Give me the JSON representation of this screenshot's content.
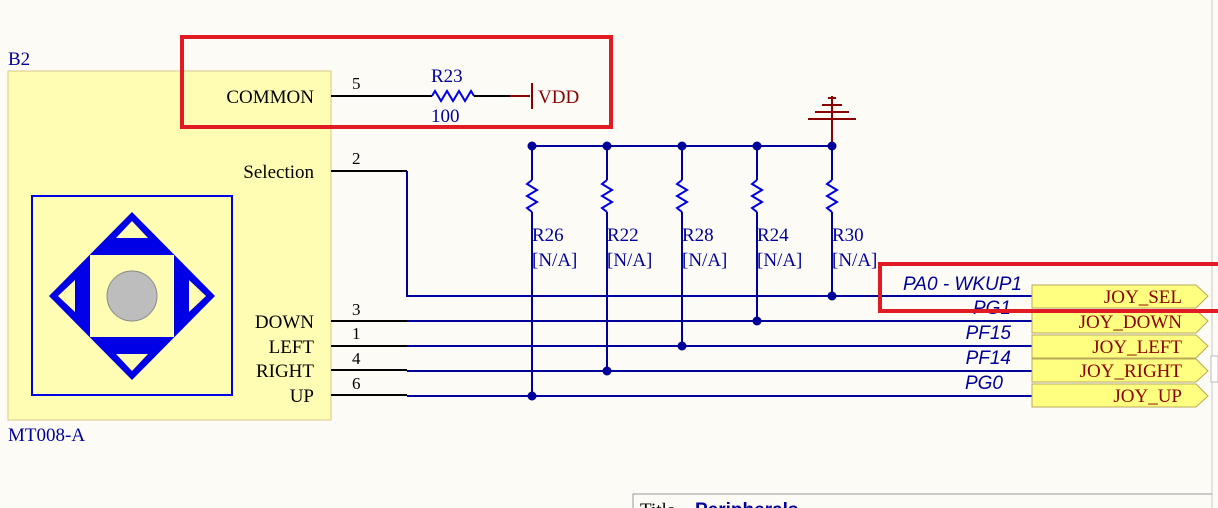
{
  "component": {
    "designator": "B2",
    "part_number": "MT008-A",
    "pins": {
      "common": {
        "name": "COMMON",
        "number": "5"
      },
      "selection": {
        "name": "Selection",
        "number": "2"
      },
      "down": {
        "name": "DOWN",
        "number": "3"
      },
      "left": {
        "name": "LEFT",
        "number": "1"
      },
      "right": {
        "name": "RIGHT",
        "number": "4"
      },
      "up": {
        "name": "UP",
        "number": "6"
      }
    }
  },
  "r23": {
    "designator": "R23",
    "value": "100"
  },
  "power": {
    "vdd": "VDD"
  },
  "pulldown_resistors": [
    {
      "designator": "R26",
      "value": "[N/A]"
    },
    {
      "designator": "R22",
      "value": "[N/A]"
    },
    {
      "designator": "R28",
      "value": "[N/A]"
    },
    {
      "designator": "R24",
      "value": "[N/A]"
    },
    {
      "designator": "R30",
      "value": "[N/A]"
    }
  ],
  "mcu_nets": {
    "sel": "PA0 - WKUP1",
    "down": "PG1",
    "left": "PF15",
    "right": "PF14",
    "up": "PG0"
  },
  "ports": {
    "sel": "JOY_SEL",
    "down": "JOY_DOWN",
    "left": "JOY_LEFT",
    "right": "JOY_RIGHT",
    "up": "JOY_UP"
  },
  "title_block": {
    "title_label": "Title",
    "title_value": "Peripherals"
  },
  "colors": {
    "wire": "#00009a",
    "component_fill": "#fffcb4",
    "port_fill": "#ffff80",
    "text_red": "#8b0000",
    "highlight": "#e01b24",
    "joystick_blue": "#0000e6"
  }
}
